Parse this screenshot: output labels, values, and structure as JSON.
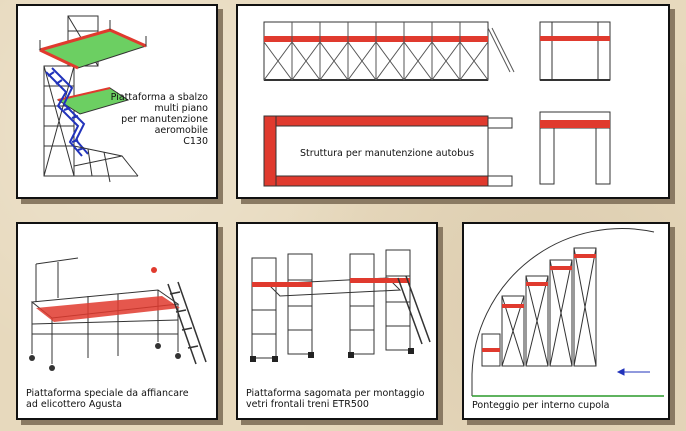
{
  "colors": {
    "background": "#e7d9bd",
    "panel": "#ffffff",
    "border": "#111111",
    "shadow": "#8a7a63",
    "structure_red": "#e03a2e",
    "deck_green": "#6ccf62",
    "stair_blue": "#2233bb",
    "line": "#333333"
  },
  "panels": {
    "p1": {
      "caption": "Piattaforma a sbalzo\nmulti piano\nper manutenzione\naeromobile\nC130"
    },
    "p2": {
      "caption": "Struttura per manutenzione autobus"
    },
    "p3": {
      "caption": "Piattaforma speciale da affiancare\nad elicottero Agusta"
    },
    "p4": {
      "caption": "Piattaforma sagomata per montaggio\nvetri frontali treni ETR500"
    },
    "p5": {
      "caption": "Ponteggio per interno cupola"
    }
  }
}
